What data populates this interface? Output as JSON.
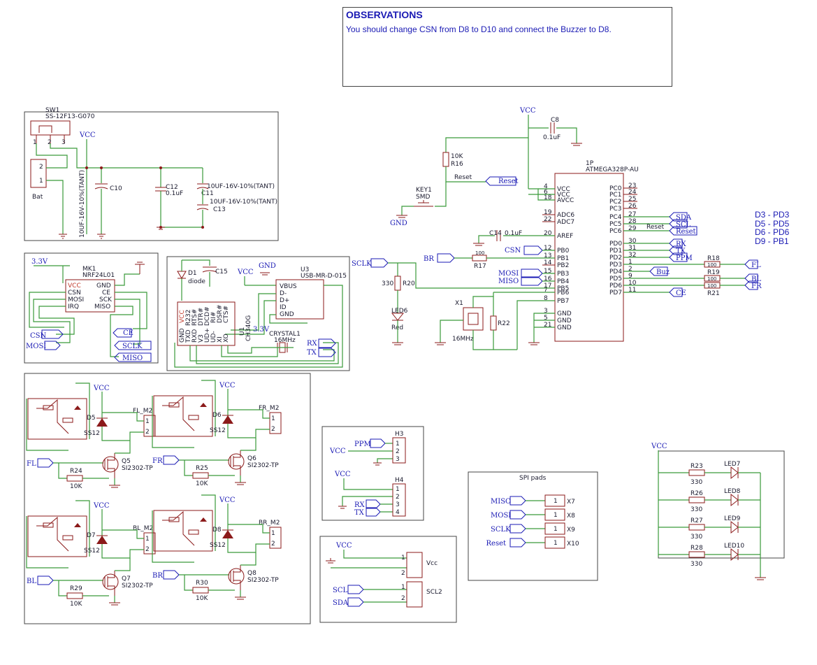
{
  "observations": {
    "title": "OBSERVATIONS",
    "text": "You should change CSN from D8 to D10 and connect the Buzzer to D8."
  },
  "pin_map": [
    "D3 - PD3",
    "D5 - PD5",
    "D6 - PD6",
    "D9 - PB1"
  ],
  "colors": {
    "wire": "#3a9a3a",
    "component": "#8b1a1a",
    "label": "#1a1ab4",
    "border": "#444444"
  },
  "switch": {
    "ref": "SW1",
    "value": "SS-12F13-G070",
    "bat": "Bat",
    "cap_c10": "C10",
    "cap_c10_val": "10UF-16V-10%(TANT)",
    "c12": "C12",
    "c12_val": "0.1uF",
    "c11": "C11",
    "c11_val": "10UF-16V-10%(TANT)",
    "c13": "C13",
    "c13_val": "10UF-16V-10%(TANT)",
    "vcc": "VCC"
  },
  "nrf": {
    "ref": "MK1",
    "value": "NRF24L01",
    "vcc_in": "3.3V",
    "pins_left": [
      "VCC",
      "CSN",
      "MOSI",
      "IRQ"
    ],
    "pins_right": [
      "GND",
      "CE",
      "SCK",
      "MISO"
    ],
    "nets": [
      "CSN",
      "MOSI",
      "CE",
      "SCLK",
      "MISO"
    ]
  },
  "usb": {
    "d1": "D1",
    "d1_val": "diode",
    "c15": "C15",
    "vcc": "VCC",
    "gnd": "GND",
    "u3": "U3",
    "u3_val": "USB-MR-D-015",
    "u3_pins": [
      "VBUS",
      "D-",
      "D+",
      "ID",
      "GND"
    ],
    "u1": "U1",
    "u1_val": "CH340G",
    "u1_pins": [
      "GND",
      "TXD",
      "RXD",
      "V3",
      "UD+",
      "UD-",
      "XI",
      "XO",
      "VCC",
      "R232",
      "RTS#",
      "DTR#",
      "DCD#",
      "RI#",
      "DSR#",
      "CTS#"
    ],
    "v33": "3.3V",
    "crystal": "CRYSTAL1",
    "crystal_val": "16MHz",
    "rx": "RX",
    "tx": "TX"
  },
  "mcu": {
    "ref": "1P",
    "value": "ATMEGA328P-AU",
    "vcc": "VCC",
    "c8": "C8",
    "c8_val": "0.1uF",
    "r16": "R16",
    "r16_val": "10K",
    "reset": "Reset",
    "key": "KEY1",
    "key_val": "SMD",
    "gnd": "GND",
    "c14": "C14",
    "c14_val": "0.1uF",
    "r17": "R17",
    "r17_val": "100",
    "r20": "R20",
    "r20_val": "330",
    "led6": "LED6",
    "led6_val": "Red",
    "x1": "X1",
    "x1_val": "16MHz",
    "r22": "R22",
    "sclk": "SCLK",
    "br": "BR",
    "csn": "CSN",
    "mosi": "MOSI",
    "miso": "MISO",
    "left_pins": [
      "VCC",
      "VCC",
      "AVCC",
      "ADC6",
      "ADC7",
      "AREF",
      "PB0",
      "PB1",
      "PB2",
      "PB3",
      "PB4",
      "PB5",
      "PB6",
      "PB7",
      "GND",
      "GND",
      "GND"
    ],
    "left_nums": [
      "4",
      "6",
      "18",
      "19",
      "22",
      "20",
      "12",
      "13",
      "14",
      "15",
      "16",
      "17",
      "7",
      "8",
      "3",
      "5",
      "21"
    ],
    "right_pins": [
      "PC0",
      "PC1",
      "PC2",
      "PC3",
      "PC4",
      "PC5",
      "PC6",
      "PD0",
      "PD1",
      "PD2",
      "PD3",
      "PD4",
      "PD5",
      "PD6",
      "PD7"
    ],
    "right_nums": [
      "23",
      "24",
      "25",
      "26",
      "27",
      "28",
      "29",
      "30",
      "31",
      "32",
      "1",
      "2",
      "9",
      "10",
      "11"
    ],
    "out_nets": [
      "SDA",
      "SCL",
      "Reset",
      "RX",
      "TX",
      "PPM",
      "FL",
      "Buz",
      "BL",
      "FR",
      "CE"
    ],
    "r18": "R18",
    "r19": "R19",
    "r21": "R21",
    "r100": "100",
    "reset_lbl": "Reset"
  },
  "motors": [
    {
      "pos": "FL",
      "m": "FL_M2",
      "d": "D5",
      "d_val": "SS12",
      "q": "Q5",
      "q_val": "SI2302-TP",
      "r": "R24",
      "r_val": "10K"
    },
    {
      "pos": "FR",
      "m": "FR_M2",
      "d": "D6",
      "d_val": "SS12",
      "q": "Q6",
      "q_val": "SI2302-TP",
      "r": "R25",
      "r_val": "10K"
    },
    {
      "pos": "BL",
      "m": "BL_M2",
      "d": "D7",
      "d_val": "SS12",
      "q": "Q7",
      "q_val": "SI2302-TP",
      "r": "R29",
      "r_val": "10K"
    },
    {
      "pos": "BR",
      "m": "BR_M2",
      "d": "D8",
      "d_val": "SS12",
      "q": "Q8",
      "q_val": "SI2302-TP",
      "r": "R30",
      "r_val": "10K"
    }
  ],
  "headers": {
    "vcc": "VCC",
    "ppm": "PPM",
    "h3": "H3",
    "h4": "H4",
    "rx": "RX",
    "tx": "TX"
  },
  "spi": {
    "title": "SPI pads",
    "pads": [
      {
        "net": "MISO",
        "ref": "X7"
      },
      {
        "net": "MOSI",
        "ref": "X8"
      },
      {
        "net": "SCLK",
        "ref": "X9"
      },
      {
        "net": "Reset",
        "ref": "X10"
      }
    ]
  },
  "i2c": {
    "vcc": "VCC",
    "j1": "Vcc",
    "j2": "SCL2",
    "scl": "SCL",
    "sda": "SDA"
  },
  "leds": {
    "vcc": "VCC",
    "items": [
      {
        "r": "R23",
        "led": "LED7"
      },
      {
        "r": "R26",
        "led": "LED8"
      },
      {
        "r": "R27",
        "led": "LED9"
      },
      {
        "r": "R28",
        "led": "LED10"
      }
    ],
    "r_val": "330"
  }
}
